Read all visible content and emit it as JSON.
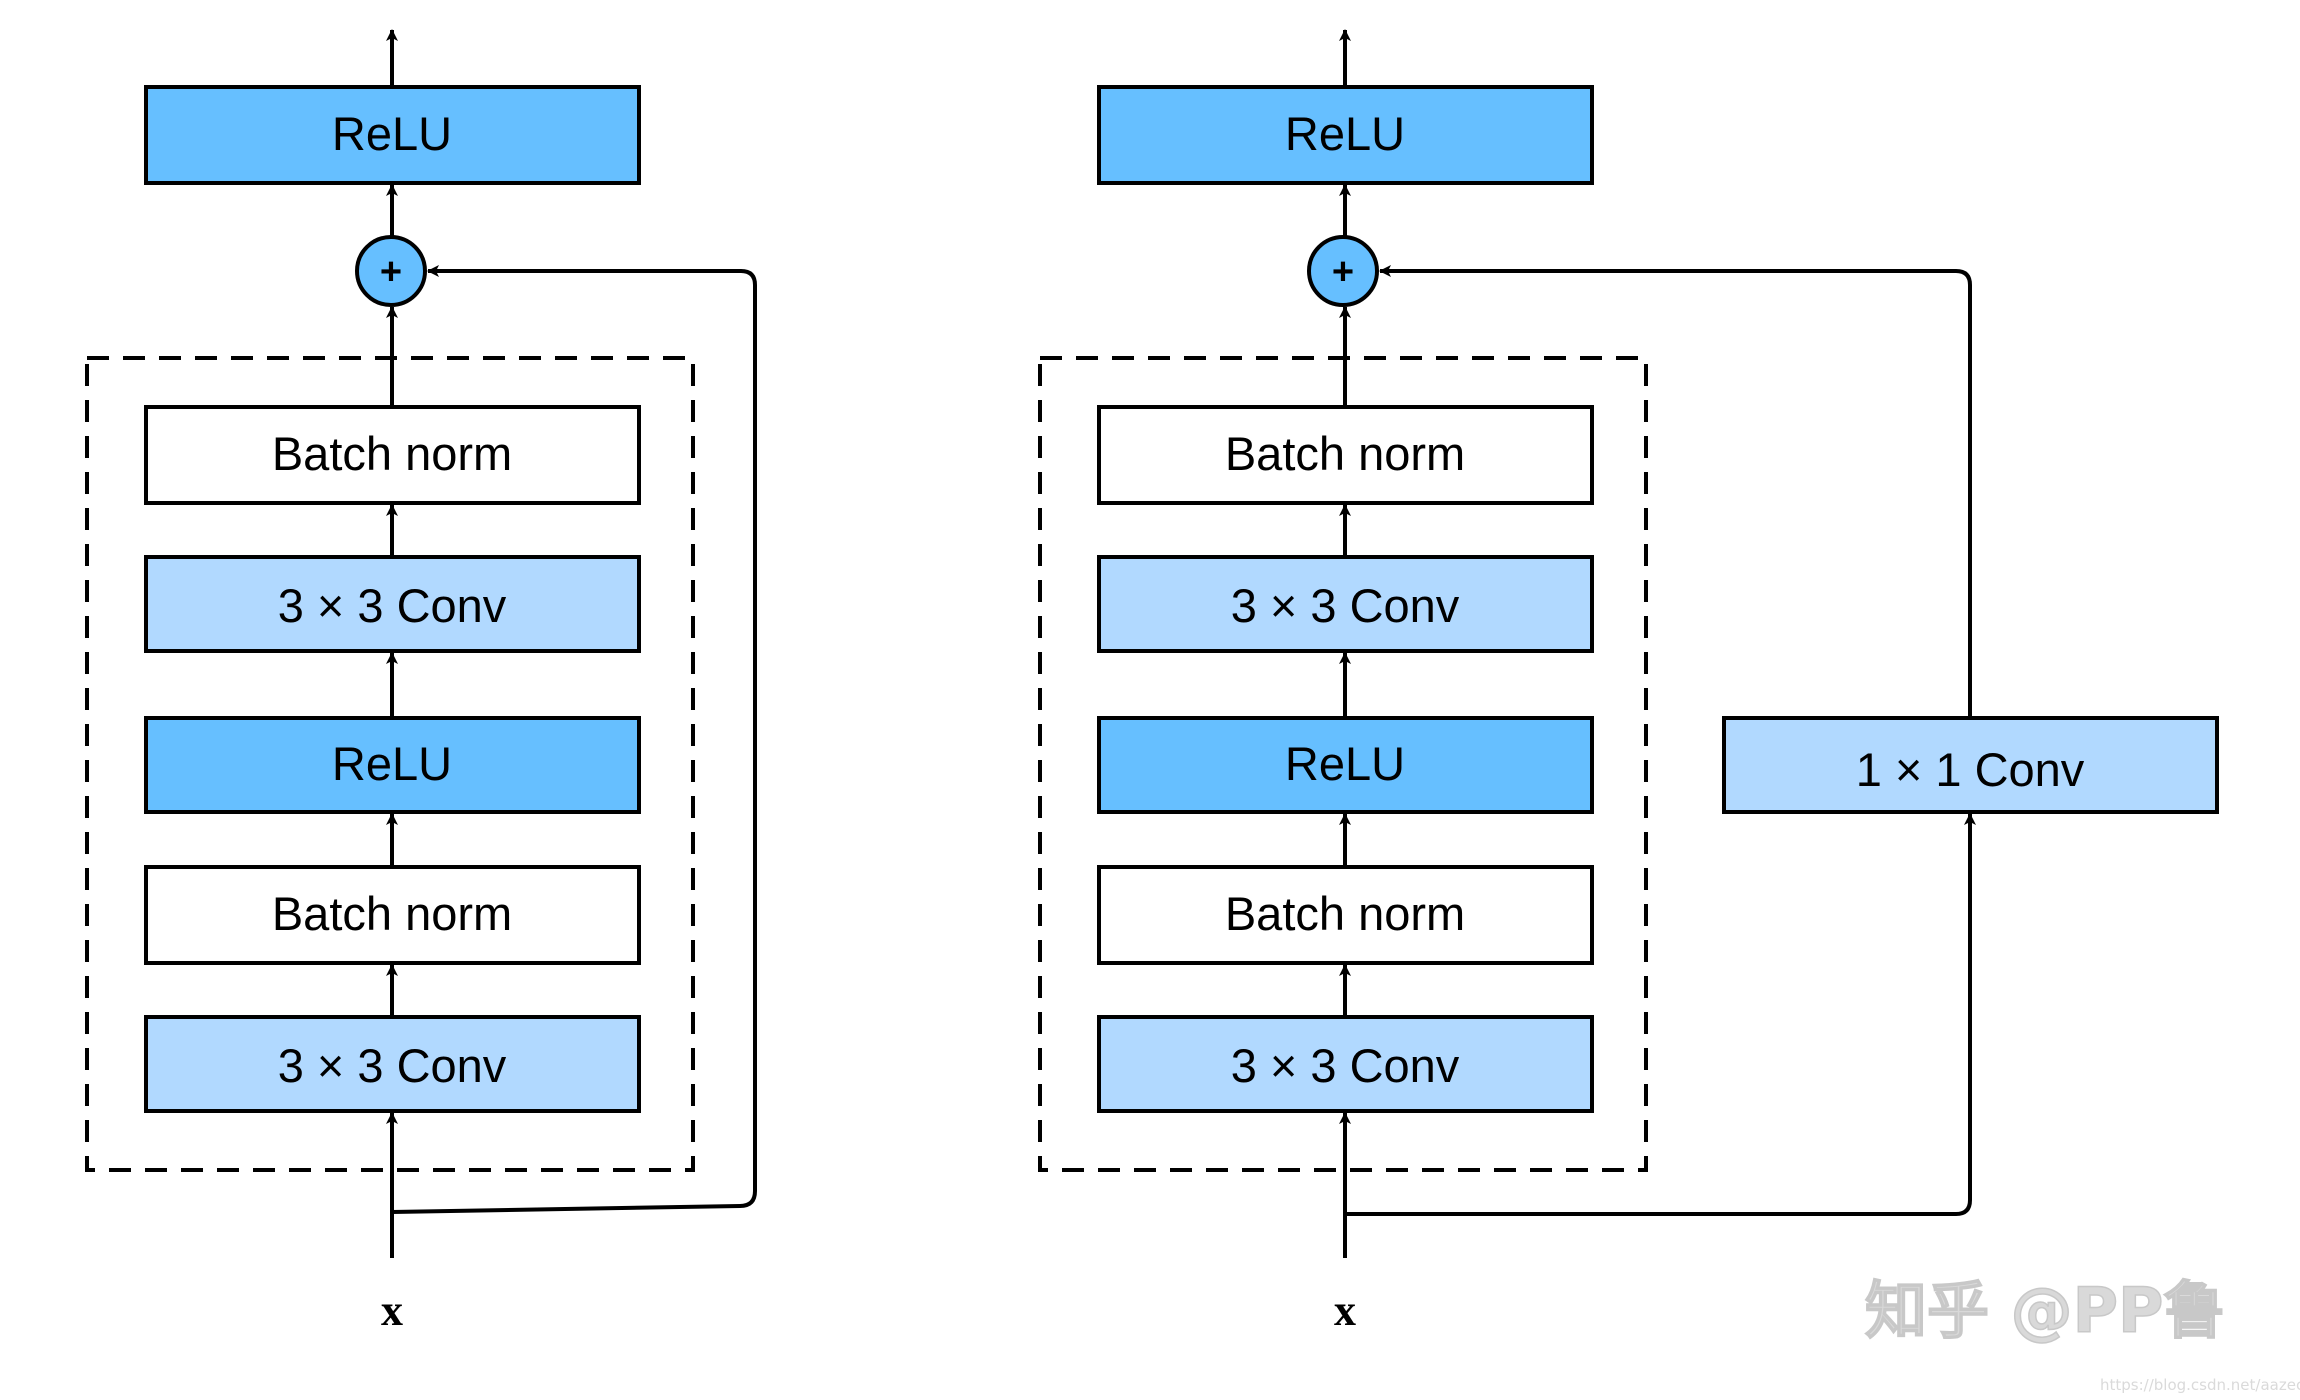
{
  "colors": {
    "relu": "#66bfff",
    "conv": "#b1d9ff",
    "batchnorm": "#ffffff",
    "adder": "#66bfff",
    "stroke": "#000000"
  },
  "left_block": {
    "top_relu": "ReLU",
    "adder": "+",
    "layers": [
      "Batch norm",
      "3 × 3 Conv",
      "ReLU",
      "Batch norm",
      "3 × 3 Conv"
    ],
    "input": "x"
  },
  "right_block": {
    "top_relu": "ReLU",
    "adder": "+",
    "layers": [
      "Batch norm",
      "3 × 3 Conv",
      "ReLU",
      "Batch norm",
      "3 × 3 Conv"
    ],
    "shortcut_conv": "1 × 1 Conv",
    "input": "x"
  },
  "watermark": {
    "text": "知乎 @PP鲁",
    "url": "https://blog.csdn.net/aazeca"
  }
}
